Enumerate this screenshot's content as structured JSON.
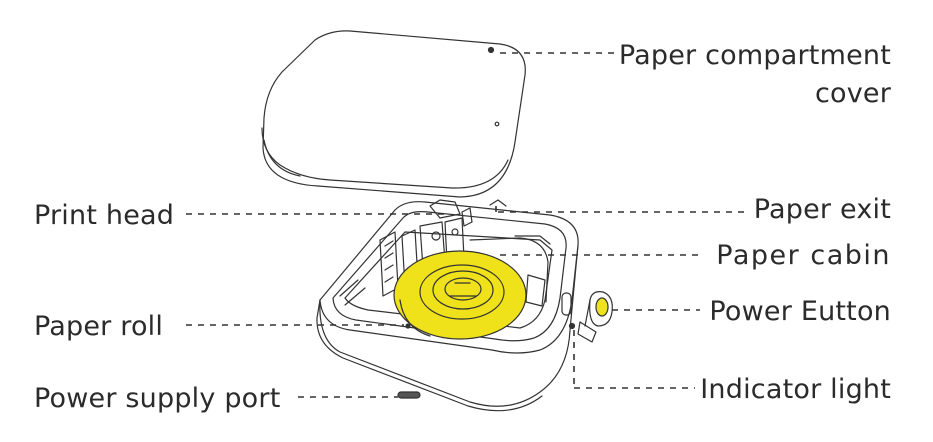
{
  "labels": {
    "cover_line1": "Paper compartment",
    "cover_line2": "cover",
    "paper_exit": "Paper exit",
    "paper_cabin": "Paper cabin",
    "power_button": "Power Eutton",
    "indicator_light": "Indicator light",
    "print_head": "Print head",
    "paper_roll": "Paper roll",
    "power_supply_port": "Power supply port"
  },
  "colors": {
    "line": "#333333",
    "paper_roll_fill": "#f0e21a",
    "text": "#2b2b2b"
  }
}
